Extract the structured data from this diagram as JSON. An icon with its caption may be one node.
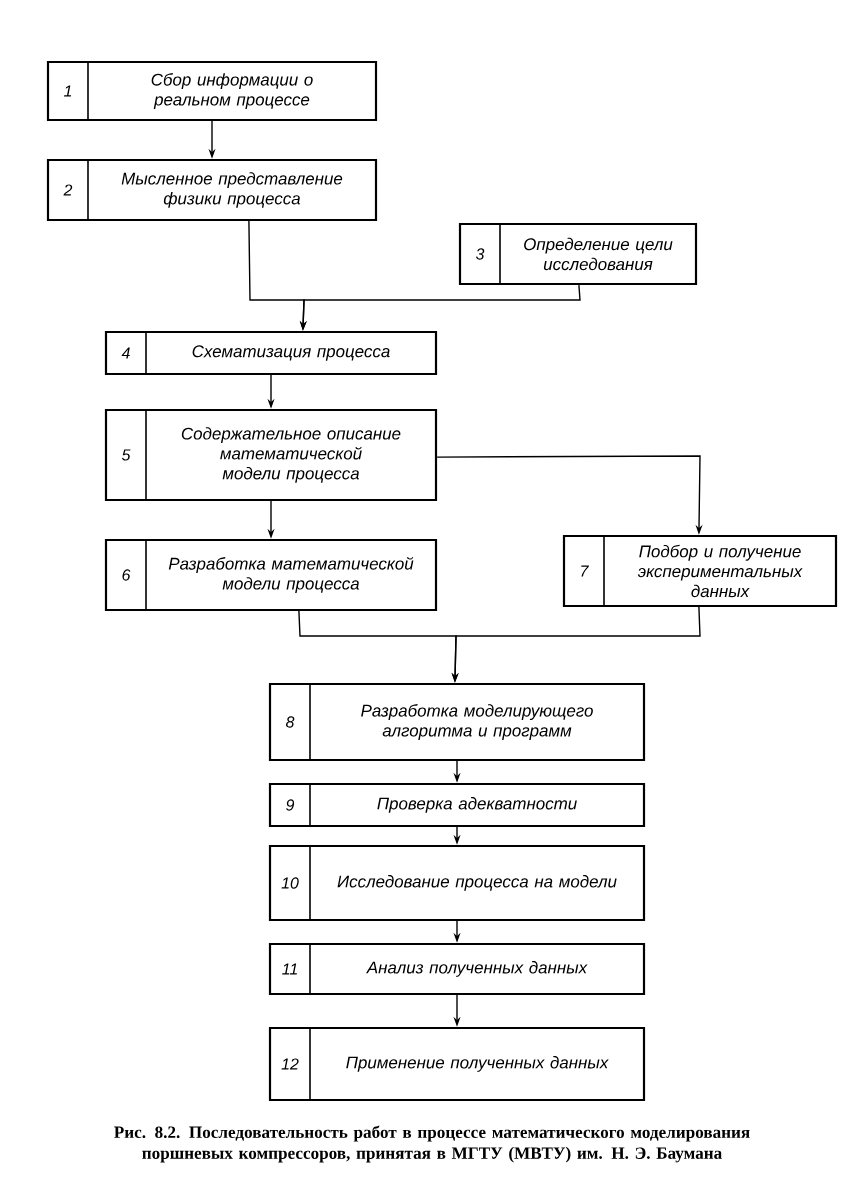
{
  "diagram": {
    "caption": "Рис. 8.2. Последовательность работ в процессе математического моделирования поршневых компрессоров, принятая в МГТУ (МВТУ) им. Н. Э. Баумана",
    "nodes": [
      {
        "text": [
          "1",
          "Сбор информации о реальном процессе"
        ]
      },
      {
        "text": [
          "2",
          "Мысленное представление физики процесса"
        ]
      },
      {
        "text": [
          "3",
          "Определение цели исследования"
        ]
      },
      {
        "text": [
          "4",
          "Схематизация процесса"
        ]
      },
      {
        "text": [
          "5",
          "Содержательное описание математической модели процесса"
        ]
      },
      {
        "text": [
          "6",
          "Разработка математической модели процесса"
        ]
      },
      {
        "text": [
          "7",
          "Подбор и получение экспериментальных данных"
        ]
      },
      {
        "text": [
          "8",
          "Разработка моделирующего алгоритма и программ"
        ]
      },
      {
        "text": [
          "9",
          "Проверка адекватности"
        ]
      },
      {
        "text": [
          "10",
          "Исследование процесса на модели"
        ]
      },
      {
        "text": [
          "11",
          "Анализ полученных данных"
        ]
      },
      {
        "text": [
          "12",
          "Применение полученных данных"
        ]
      }
    ],
    "edges": [
      {
        "from": 0,
        "to": 1,
        "arrow": "to"
      },
      {
        "from": 1,
        "to": 3,
        "arrow": "to"
      },
      {
        "from": 2,
        "to": 3,
        "arrow": "to"
      },
      {
        "from": 3,
        "to": 4,
        "arrow": "to"
      },
      {
        "from": 4,
        "to": 5,
        "arrow": "to"
      },
      {
        "from": 4,
        "to": 6,
        "arrow": "to"
      },
      {
        "from": 5,
        "to": 7,
        "arrow": "to"
      },
      {
        "from": 6,
        "to": 7,
        "arrow": "to"
      },
      {
        "from": 7,
        "to": 8,
        "arrow": "to"
      },
      {
        "from": 8,
        "to": 9,
        "arrow": "to"
      },
      {
        "from": 9,
        "to": 10,
        "arrow": "to"
      },
      {
        "from": 10,
        "to": 11,
        "arrow": "to"
      }
    ]
  }
}
